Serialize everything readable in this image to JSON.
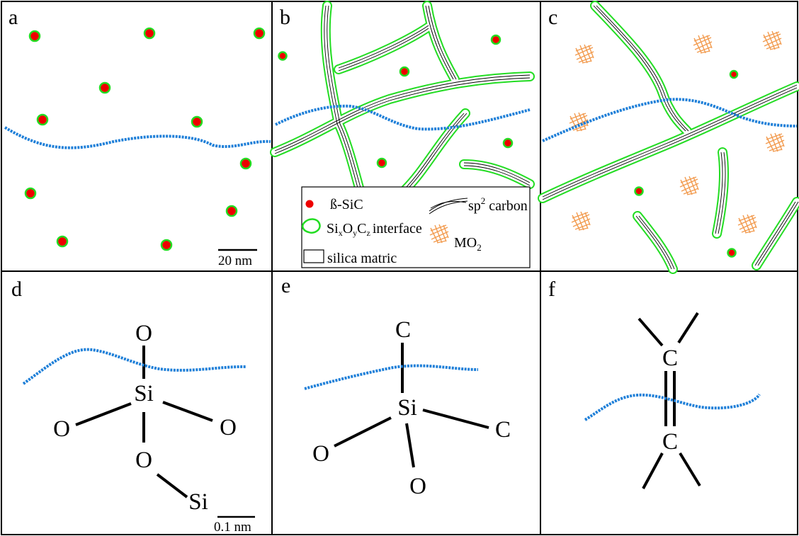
{
  "panels": {
    "a": {
      "label": "a",
      "scale_bar": "20 nm"
    },
    "b": {
      "label": "b"
    },
    "c": {
      "label": "c"
    },
    "d": {
      "label": "d",
      "scale_bar": "0.1 nm",
      "atoms": {
        "top": "O",
        "center": "Si",
        "left": "O",
        "right": "O",
        "bottom": "O",
        "bridge": "Si"
      }
    },
    "e": {
      "label": "e",
      "atoms": {
        "top": "C",
        "center": "Si",
        "left": "O",
        "right": "C",
        "bottom": "O"
      }
    },
    "f": {
      "label": "f",
      "atoms": {
        "top": "C",
        "bottom": "C"
      }
    }
  },
  "legend": {
    "items": [
      {
        "label": "ß-SiC",
        "icon": "red-dot-icon"
      },
      {
        "label": "sp² carbon",
        "icon": "sp2-carbon-icon"
      },
      {
        "label": "interface",
        "formula": "SiₓOᵧC_z",
        "icon": "green-ring-icon"
      },
      {
        "label": "MO₂",
        "icon": "orange-scribble-icon"
      },
      {
        "label": "silica matric",
        "icon": "white-box-icon"
      }
    ],
    "si": "Si",
    "o": "O",
    "c": "C",
    "x": "x",
    "y": "y",
    "z": "z",
    "mo": "MO",
    "two": "2",
    "sp": "sp",
    "sup2": "2",
    "carbon_word": "carbon"
  },
  "colors": {
    "sic_particle": "#ee0000",
    "interface": "#22dd22",
    "beam_path": "#1e7fd8",
    "oxide": "#f08a30",
    "line": "#000000"
  }
}
